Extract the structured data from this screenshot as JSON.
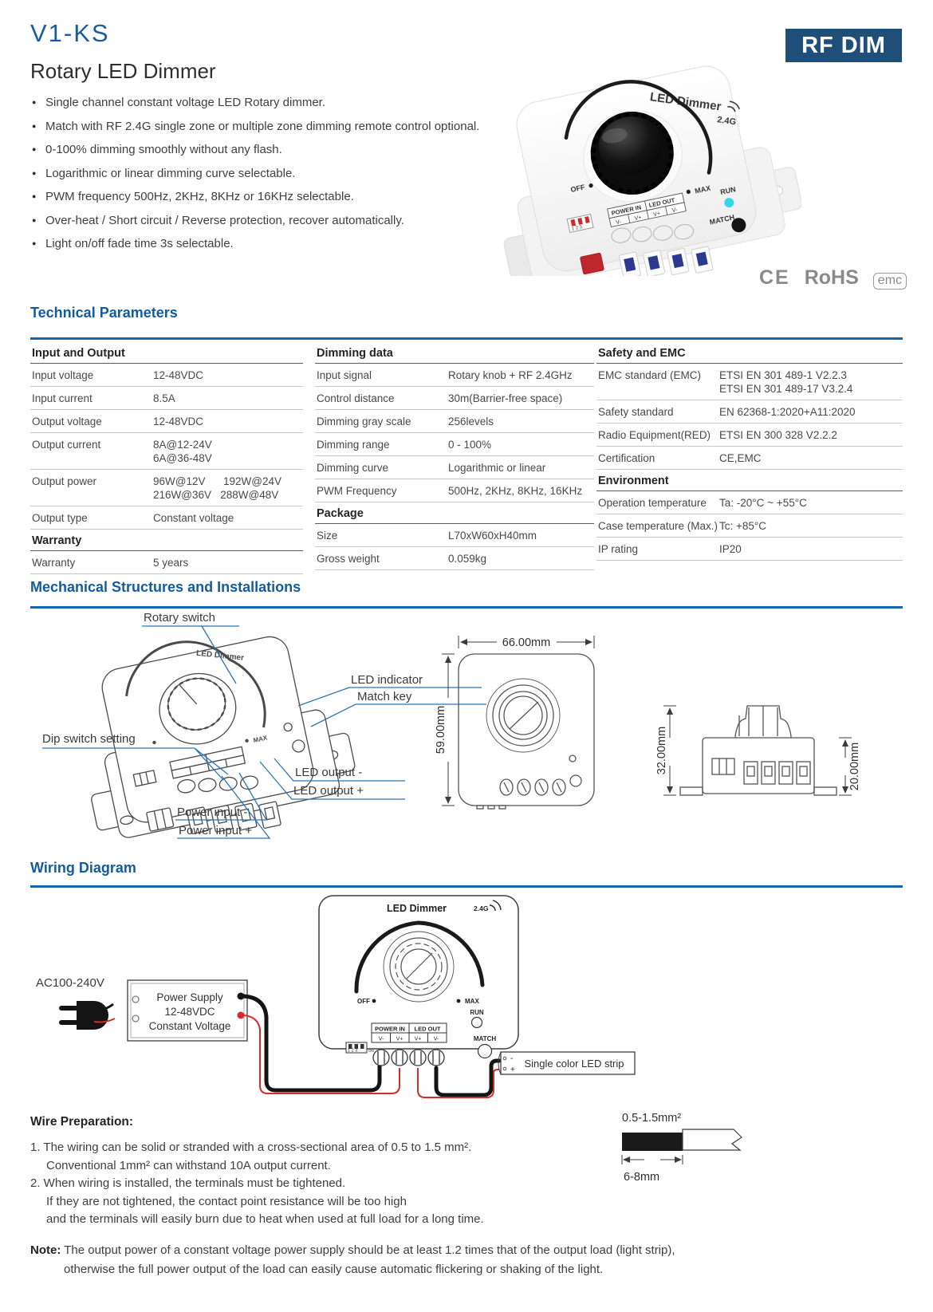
{
  "header": {
    "model": "V1-KS",
    "badge": "RF DIM",
    "title": "Rotary LED Dimmer",
    "features": [
      "Single channel constant voltage LED Rotary dimmer.",
      "Match with RF 2.4G single zone or multiple zone dimming remote control optional.",
      "0-100% dimming smoothly without any flash.",
      "Logarithmic or linear dimming curve selectable.",
      "PWM frequency 500Hz, 2KHz, 8KHz or 16KHz selectable.",
      "Over-heat / Short circuit / Reverse protection, recover automatically.",
      "Light on/off fade time 3s selectable."
    ]
  },
  "certs": {
    "ce": "CE",
    "rohs": "RoHS",
    "emc": "emc"
  },
  "device": {
    "brand": "LED Dimmer",
    "rf": "2.4G",
    "off": "OFF",
    "max": "MAX",
    "run": "RUN",
    "match": "MATCH",
    "power_in": "POWER IN",
    "led_out": "LED OUT",
    "t1": "V-",
    "t2": "V+",
    "t3": "V+",
    "t4": "V-",
    "dip": "1 2 3",
    "dip_on": "ON"
  },
  "technical": {
    "heading": "Technical Parameters",
    "io": {
      "title": "Input and Output",
      "rows": [
        {
          "label": "Input voltage",
          "value": "12-48VDC"
        },
        {
          "label": "Input current",
          "value": "8.5A"
        },
        {
          "label": "Output voltage",
          "value": "12-48VDC"
        },
        {
          "label": "Output current",
          "value": "8A@12-24V",
          "value2": "6A@36-48V"
        },
        {
          "label": "Output power",
          "value": "96W@12V      192W@24V",
          "value2": "216W@36V   288W@48V"
        },
        {
          "label": "Output type",
          "value": "Constant voltage"
        }
      ]
    },
    "warranty": {
      "title": "Warranty",
      "rows": [
        {
          "label": "Warranty",
          "value": "5 years"
        }
      ]
    },
    "dimming": {
      "title": "Dimming data",
      "rows": [
        {
          "label": "Input signal",
          "value": "Rotary knob + RF 2.4GHz"
        },
        {
          "label": "Control distance",
          "value": "30m(Barrier-free space)"
        },
        {
          "label": "Dimming gray scale",
          "value": "256levels"
        },
        {
          "label": "Dimming range",
          "value": "0 - 100%"
        },
        {
          "label": "Dimming curve",
          "value": "Logarithmic or linear"
        },
        {
          "label": "PWM Frequency",
          "value": "500Hz, 2KHz, 8KHz, 16KHz"
        }
      ]
    },
    "package": {
      "title": "Package",
      "rows": [
        {
          "label": "Size",
          "value": "L70xW60xH40mm"
        },
        {
          "label": "Gross weight",
          "value": "0.059kg"
        }
      ]
    },
    "safety": {
      "title": "Safety and EMC",
      "rows": [
        {
          "label": "EMC standard (EMC)",
          "value": "ETSI EN 301 489-1 V2.2.3",
          "value2": "ETSI EN 301 489-17 V3.2.4"
        },
        {
          "label": "Safety standard",
          "value": "EN 62368-1:2020+A11:2020"
        },
        {
          "label": "Radio Equipment(RED)",
          "value": "ETSI EN 300 328 V2.2.2"
        },
        {
          "label": "Certification",
          "value": "CE,EMC"
        }
      ]
    },
    "environment": {
      "title": "Environment",
      "rows": [
        {
          "label": "Operation temperature",
          "value": "Ta: -20°C ~ +55°C"
        },
        {
          "label": "Case temperature (Max.)",
          "value": "Tc: +85°C"
        },
        {
          "label": "IP rating",
          "value": "IP20"
        }
      ]
    }
  },
  "mechanical": {
    "heading": "Mechanical Structures and Installations",
    "labels": {
      "rotary": "Rotary switch",
      "led_indicator": "LED indicator",
      "match_key": "Match key",
      "dip": "Dip switch setting",
      "led_out_neg": "LED output -",
      "led_out_pos": "LED output +",
      "pwr_in_neg": "Power input -",
      "pwr_in_pos": "Power input +"
    },
    "dims": {
      "width": "66.00mm",
      "height": "59.00mm",
      "total_h": "32.00mm",
      "body_h": "20.00mm"
    }
  },
  "wiring": {
    "heading": "Wiring Diagram",
    "ac": "AC100-240V",
    "psu": [
      "Power Supply",
      "12-48VDC",
      "Constant Voltage"
    ],
    "strip": "Single color LED strip",
    "minus": "-",
    "plus": "+"
  },
  "wireprep": {
    "heading": "Wire Preparation:",
    "lines": [
      "1. The wiring can be solid or stranded with a cross-sectional area of 0.5 to 1.5 mm².",
      "Conventional 1mm² can withstand 10A output current.",
      "2. When wiring is installed, the terminals must be tightened.",
      "If they are not tightened, the contact point resistance will be too high",
      "and the terminals will easily burn due to heat when used at full load for a long time."
    ],
    "gauge": "0.5-1.5mm²",
    "strip_len": "6-8mm"
  },
  "note": {
    "label": "Note:",
    "line1": "The output power of a constant voltage power supply should be at least 1.2 times that of the output load (light strip),",
    "line2": "otherwise the full power output of the load can easily cause automatic flickering or shaking of the light."
  }
}
